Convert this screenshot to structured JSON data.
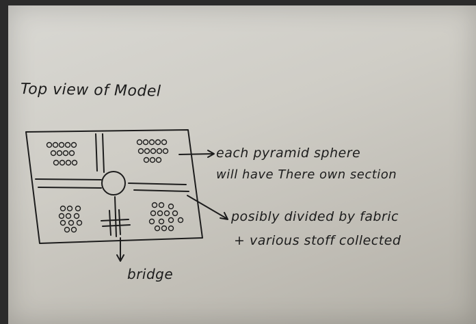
{
  "diagram": {
    "title": "Top view of Model",
    "annotations": {
      "sections_note_line1": "each pyramid sphere",
      "sections_note_line2": "will have There own section",
      "divider_note_line1": "posibly divided by fabric",
      "divider_note_line2": "+ various stoff collected",
      "bridge_label": "bridge"
    },
    "ink_color": "#1c1c1c",
    "paper_color": "#d2d0c9",
    "icons": [
      "pyramid-sphere-cluster",
      "center-circle",
      "bridge-symbol",
      "arrow"
    ]
  }
}
